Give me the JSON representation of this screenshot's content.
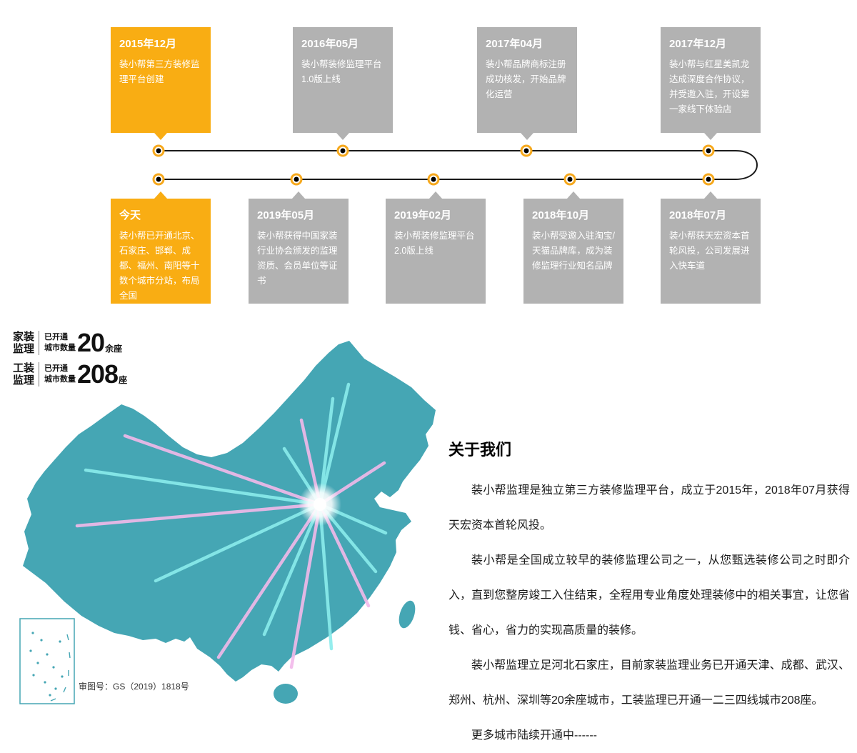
{
  "timeline": {
    "top_cards": [
      {
        "date": "2015年12月",
        "text": "装小帮第三方装修监理平台创建",
        "highlight": true
      },
      {
        "date": "2016年05月",
        "text": "装小帮装修监理平台1.0版上线",
        "highlight": false
      },
      {
        "date": "2017年04月",
        "text": "装小帮品牌商标注册成功核发，开始品牌化运营",
        "highlight": false
      },
      {
        "date": "2017年12月",
        "text": "装小帮与红星美凯龙达成深度合作协议，并受邀入驻，开设第一家线下体验店",
        "highlight": false
      }
    ],
    "bottom_cards": [
      {
        "date": "今天",
        "text": "装小帮已开通北京、石家庄、邯郸、成都、福州、南阳等十数个城市分站，布局全国",
        "highlight": true
      },
      {
        "date": "2019年05月",
        "text": "装小帮获得中国家装行业协会颁发的监理资质、会员单位等证书",
        "highlight": false
      },
      {
        "date": "2019年02月",
        "text": "装小帮装修监理平台2.0版上线",
        "highlight": false
      },
      {
        "date": "2018年10月",
        "text": "装小帮受邀入驻淘宝/天猫品牌库，成为装修监理行业知名品牌",
        "highlight": false
      },
      {
        "date": "2018年07月",
        "text": "装小帮获天宏资本首轮风投，公司发展进入快车道",
        "highlight": false
      }
    ]
  },
  "stats": [
    {
      "label_line1": "家装",
      "label_line2": "监理",
      "status": "已开通",
      "caption": "城市数量",
      "value": "20",
      "unit": "余座"
    },
    {
      "label_line1": "工装",
      "label_line2": "监理",
      "status": "已开通",
      "caption": "城市数量",
      "value": "208",
      "unit": "座"
    }
  ],
  "map": {
    "license": "审图号：GS（2019）1818号"
  },
  "about": {
    "title": "关于我们",
    "paragraphs": [
      "装小帮监理是独立第三方装修监理平台，成立于2015年，2018年07月获得天宏资本首轮风投。",
      "装小帮是全国成立较早的装修监理公司之一，从您甄选装修公司之时即介入，直到您整房竣工入住结束，全程用专业角度处理装修中的相关事宜，让您省钱、省心，省力的实现高质量的装修。",
      "装小帮监理立足河北石家庄，目前家装监理业务已开通天津、成都、武汉、郑州、杭州、深圳等20余座城市，工装监理已开通一二三四线城市208座。",
      "更多城市陆续开通中------"
    ]
  },
  "colors": {
    "accent_orange": "#F9AD13",
    "card_gray": "#B2B2B2",
    "map_teal": "#45A6B4",
    "ray_pink": "#F2B9EA",
    "ray_cyan": "#8AECEC",
    "node_ring": "#F6A81C",
    "timeline_line": "#1A1A1A"
  }
}
